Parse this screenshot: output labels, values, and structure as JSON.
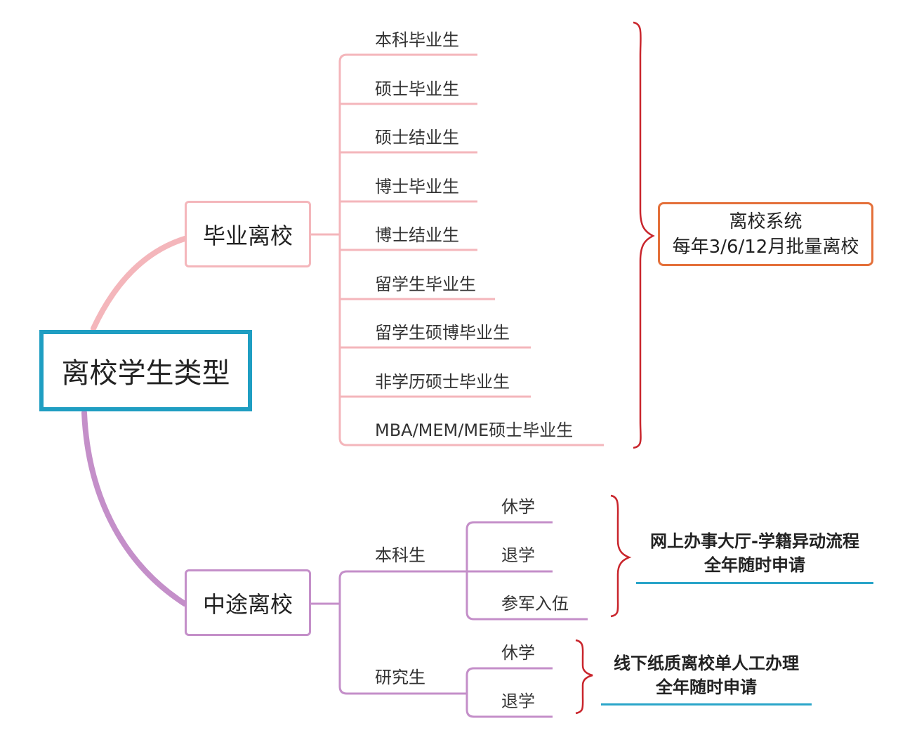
{
  "root": {
    "label": "离校学生类型"
  },
  "graduation": {
    "label": "毕业离校",
    "items": [
      "本科毕业生",
      "硕士毕业生",
      "硕士结业生",
      "博士毕业生",
      "博士结业生",
      "留学生毕业生",
      "留学生硕博毕业生",
      "非学历硕士毕业生",
      "MBA/MEM/ME硕士毕业生"
    ],
    "system": {
      "line1": "离校系统",
      "line2": "每年3/6/12月批量离校"
    }
  },
  "midway": {
    "label": "中途离校",
    "undergrad": {
      "label": "本科生",
      "items": [
        "休学",
        "退学",
        "参军入伍"
      ],
      "note": {
        "line1": "网上办事大厅-学籍异动流程",
        "line2": "全年随时申请"
      }
    },
    "graduate": {
      "label": "研究生",
      "items": [
        "休学",
        "退学"
      ],
      "note": {
        "line1": "线下纸质离校单人工办理",
        "line2": "全年随时申请"
      }
    }
  },
  "colors": {
    "root_border": "#1f9ec2",
    "graduation_line": "#f4b6bb",
    "midway_line": "#c48fc9",
    "system_border": "#e4703a",
    "brace": "#c9252c",
    "note_underline": "#2aa5c9"
  }
}
